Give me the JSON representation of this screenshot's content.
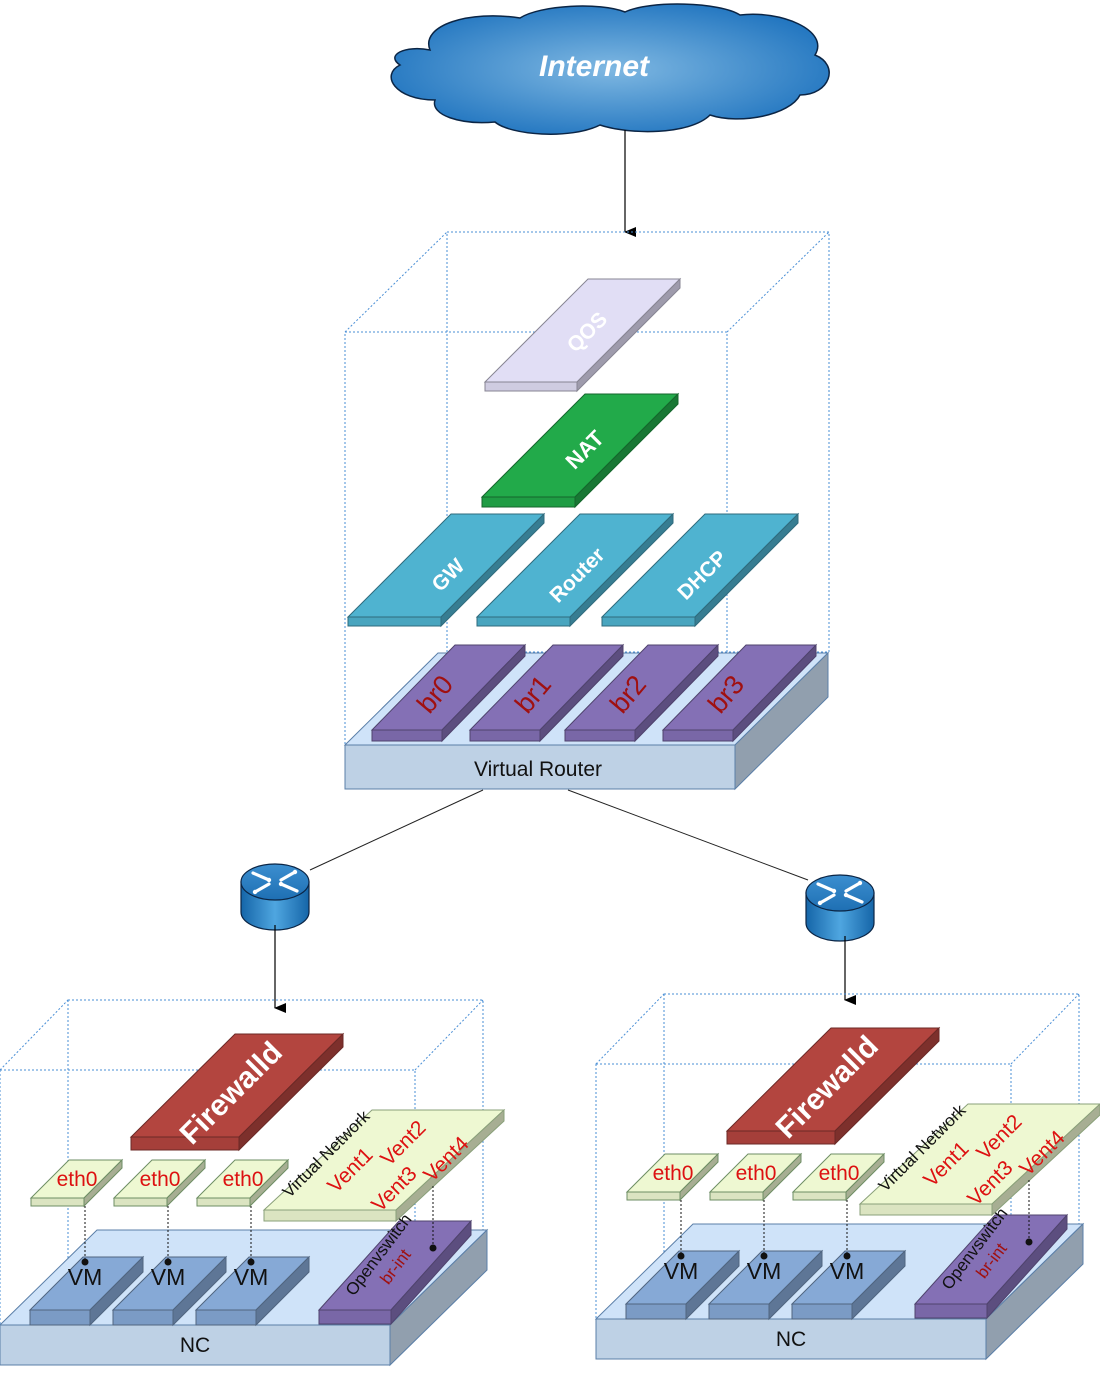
{
  "internet": {
    "label": "Internet"
  },
  "virtual_router": {
    "label": "Virtual Router",
    "layers": {
      "qos": "QOS",
      "nat": "NAT",
      "services": [
        "GW",
        "Router",
        "DHCP"
      ],
      "bridges": [
        "br0",
        "br1",
        "br2",
        "br3"
      ]
    }
  },
  "nodes": [
    {
      "label": "NC",
      "firewall": "Firewalld",
      "nics": [
        "eth0",
        "eth0",
        "eth0"
      ],
      "vms": [
        "VM",
        "VM",
        "VM"
      ],
      "virtual_network": {
        "title": "Virtual Network",
        "vents": [
          "Vent1",
          "Vent2",
          "Vent3",
          "Vent4"
        ]
      },
      "switch": {
        "name": "Openvswitch",
        "bridge": "br-int"
      }
    },
    {
      "label": "NC",
      "firewall": "Firewalld",
      "nics": [
        "eth0",
        "eth0",
        "eth0"
      ],
      "vms": [
        "VM",
        "VM",
        "VM"
      ],
      "virtual_network": {
        "title": "Virtual Network",
        "vents": [
          "Vent1",
          "Vent2",
          "Vent3",
          "Vent4"
        ]
      },
      "switch": {
        "name": "Openvswitch",
        "bridge": "br-int"
      }
    }
  ],
  "icons": {
    "cloud": "cloud-icon",
    "router": "router-icon"
  },
  "colors": {
    "cloud": "#1f78c1",
    "qos": "#e1def5",
    "nat": "#22aa4a",
    "service": "#4fb3d0",
    "bridge": "#8470b5",
    "firewall": "#b3453f",
    "eth": "#eef8d2",
    "vm": "#86a9d6",
    "base": "#cfe3f9",
    "label_red": "#dd1111",
    "label_darkred": "#a01010"
  }
}
